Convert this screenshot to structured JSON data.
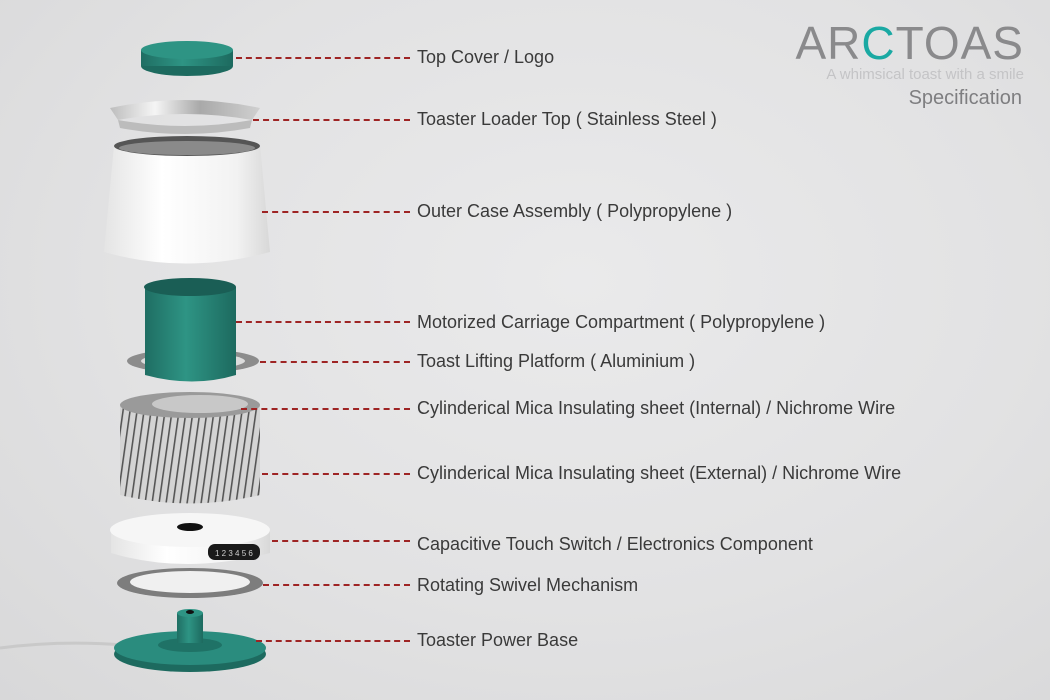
{
  "brand": {
    "logo_prefix": "AR",
    "logo_accent": "C",
    "logo_suffix": "TOAS",
    "tagline": "A whimsical toast with a smile",
    "subtitle": "Specification",
    "accent_color": "#1aa9a3"
  },
  "colors": {
    "teal": "#2a8c7e",
    "leader_line": "#9e2424",
    "label_text": "#3a3a3a"
  },
  "parts": [
    {
      "label": "Top Cover /  Logo"
    },
    {
      "label": "Toaster Loader Top ( Stainless Steel )"
    },
    {
      "label": "Outer Case Assembly ( Polypropylene )"
    },
    {
      "label": "Motorized Carriage Compartment  ( Polypropylene )"
    },
    {
      "label": "Toast Lifting Platform ( Aluminium )"
    },
    {
      "label": "Cylinderical Mica Insulating sheet (Internal) / Nichrome Wire"
    },
    {
      "label": "Cylinderical Mica Insulating sheet (External) / Nichrome Wire"
    },
    {
      "label": "Capacitive Touch Switch / Electronics Component"
    },
    {
      "label": "Rotating Swivel Mechanism"
    },
    {
      "label": "Toaster Power Base"
    }
  ],
  "touch_panel": {
    "digits": "1 2 3 4 5 6"
  }
}
